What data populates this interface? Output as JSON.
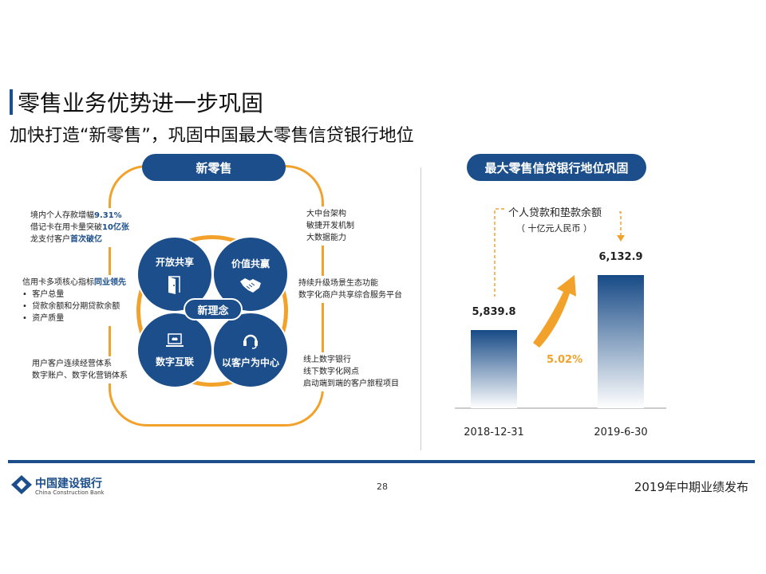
{
  "title": "零售业务优势进一步巩固",
  "subtitle": "加快打造“新零售”，巩固中国最大零售信贷银行地位",
  "left_panel": {
    "header": "新零售",
    "left_blocks": [
      {
        "line1_pre": "境内个人存款增幅",
        "line1_hl": "9.31%",
        "line2_pre": "借记卡在用卡量突破",
        "line2_hl": "10亿张",
        "line3_pre": "龙支付客户",
        "line3_hl": "首次破亿"
      },
      {
        "lead_pre": "信用卡多项核心指标",
        "lead_hl": "同业领先",
        "bullets": [
          "客户总量",
          "贷款余额和分期贷款余额",
          "资产质量"
        ]
      },
      {
        "lines": [
          "用户客户连续经营体系",
          "数字账户、数字化营销体系"
        ]
      }
    ],
    "right_blocks": [
      {
        "lines": [
          "大中台架构",
          "敏捷开发机制",
          "大数据能力"
        ]
      },
      {
        "lines": [
          "持续升级场景生态功能",
          "数字化商户共享综合服务平台"
        ]
      },
      {
        "lines": [
          "线上数字银行",
          "线下数字化网点",
          "启动端到端的客户旅程项目"
        ]
      }
    ],
    "center": "新理念",
    "quadrants": [
      {
        "label": "开放共享",
        "icon": "door-icon"
      },
      {
        "label": "价值共赢",
        "icon": "handshake-icon"
      },
      {
        "label": "数字互联",
        "icon": "laptop-icon"
      },
      {
        "label": "以客户为中心",
        "icon": "headset-icon"
      }
    ]
  },
  "right_panel": {
    "header": "最大零售信贷银行地位巩固",
    "metric_title": "个人贷款和垫款余额",
    "metric_unit": "（ 十亿元人民币 ）",
    "growth": "5.02%"
  },
  "chart_data": {
    "type": "bar",
    "title": "个人贷款和垫款余额",
    "ylabel": "十亿元人民币",
    "categories": [
      "2018-12-31",
      "2019-6-30"
    ],
    "values": [
      5839.8,
      6132.9
    ],
    "value_labels": [
      "5,839.8",
      "6,132.9"
    ],
    "growth_label": "5.02%",
    "ylim": [
      0,
      7000
    ]
  },
  "footer": {
    "bank_cn": "中国建设银行",
    "bank_en": "China Construction Bank",
    "page": "28",
    "event": "2019年中期业绩发布"
  },
  "colors": {
    "brand": "#1b4e8a",
    "accent": "#f2a22a"
  }
}
